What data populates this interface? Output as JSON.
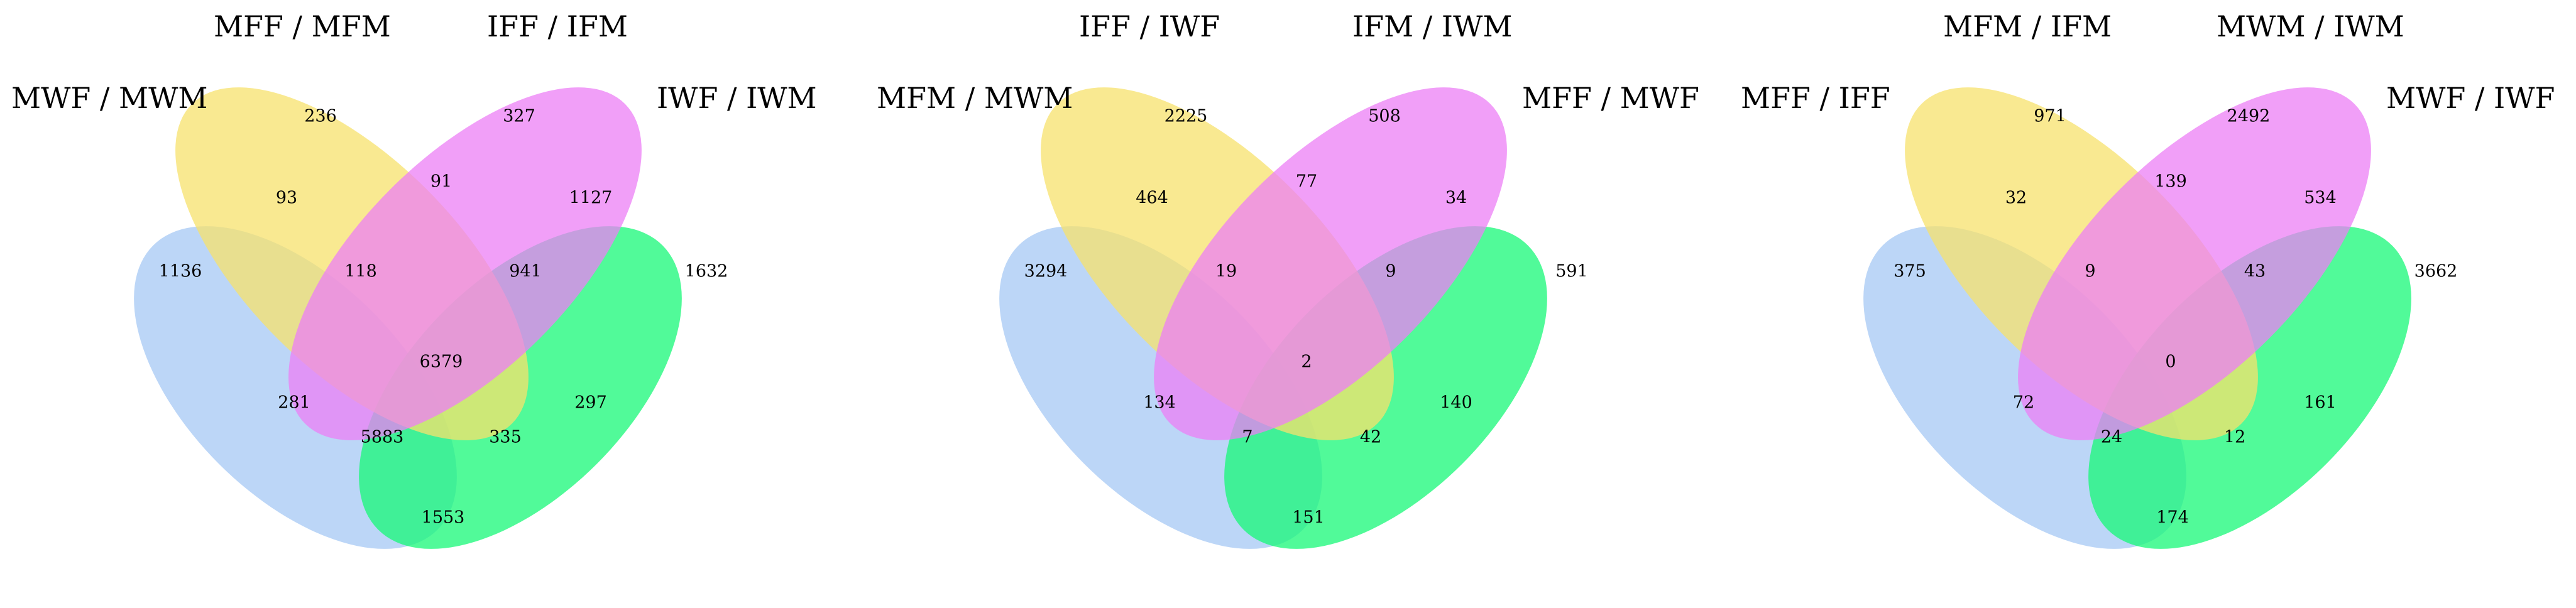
{
  "colors": {
    "blue": "#a6c8f4",
    "yellow": "#f7e26c",
    "magenta": "#ec7ff6",
    "green": "#17f877",
    "opacity": 0.75
  },
  "diagrams": [
    {
      "labels": {
        "left": "MWF / MWM",
        "top_left": "MFF / MFM",
        "top_right": "IFF / IFM",
        "right": "IWF / IWM"
      },
      "counts": {
        "blue_only": "1136",
        "yellow_only": "236",
        "magenta_only": "327",
        "green_only": "1632",
        "blue_yellow": "93",
        "yellow_magenta": "91",
        "magenta_green": "1127",
        "blue_yellow_magenta": "118",
        "yellow_magenta_green": "941",
        "all": "6379",
        "blue_magenta": "281",
        "yellow_green": "297",
        "blue_magenta_green": "5883",
        "blue_yellow_green": "335",
        "blue_green": "1553"
      }
    },
    {
      "labels": {
        "left": "MFM / MWM",
        "top_left": "IFF / IWF",
        "top_right": "IFM / IWM",
        "right": "MFF / MWF"
      },
      "counts": {
        "blue_only": "3294",
        "yellow_only": "2225",
        "magenta_only": "508",
        "green_only": "591",
        "blue_yellow": "464",
        "yellow_magenta": "77",
        "magenta_green": "34",
        "blue_yellow_magenta": "19",
        "yellow_magenta_green": "9",
        "all": "2",
        "blue_magenta": "134",
        "yellow_green": "140",
        "blue_magenta_green": "7",
        "blue_yellow_green": "42",
        "blue_green": "151"
      }
    },
    {
      "labels": {
        "left": "MFF / IFF",
        "top_left": "MFM / IFM",
        "top_right": "MWM / IWM",
        "right": "MWF / IWF"
      },
      "counts": {
        "blue_only": "375",
        "yellow_only": "971",
        "magenta_only": "2492",
        "green_only": "3662",
        "blue_yellow": "32",
        "yellow_magenta": "139",
        "magenta_green": "534",
        "blue_yellow_magenta": "9",
        "yellow_magenta_green": "43",
        "all": "0",
        "blue_magenta": "72",
        "yellow_green": "161",
        "blue_magenta_green": "24",
        "blue_yellow_green": "12",
        "blue_green": "174"
      }
    }
  ]
}
